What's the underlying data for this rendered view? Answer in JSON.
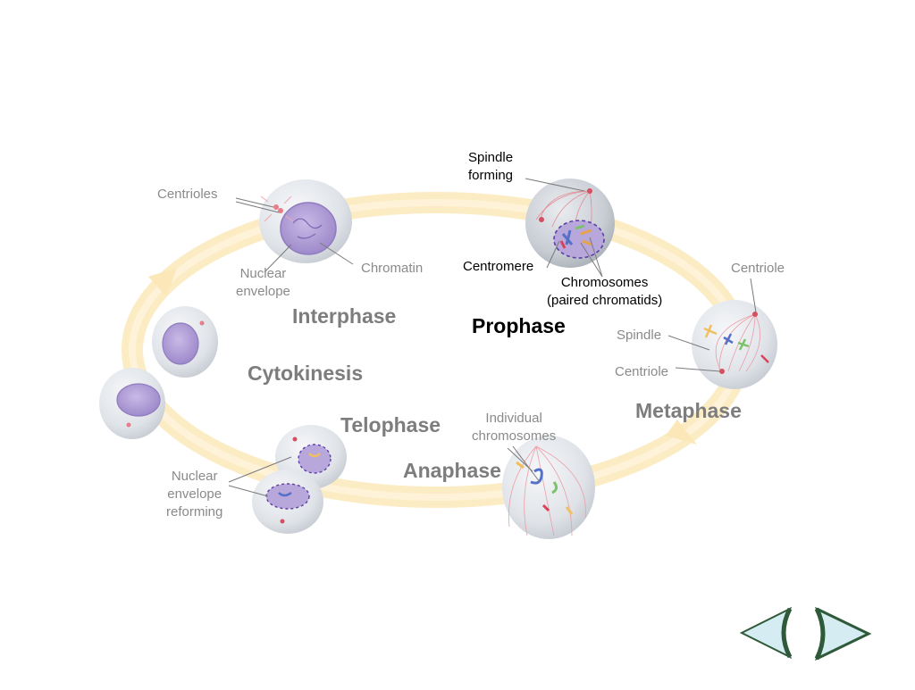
{
  "phases": {
    "interphase": "Interphase",
    "prophase": "Prophase",
    "metaphase": "Metaphase",
    "anaphase": "Anaphase",
    "telophase": "Telophase",
    "cytokinesis": "Cytokinesis"
  },
  "labels": {
    "centrioles": "Centrioles",
    "nuclear_envelope": [
      "Nuclear",
      "envelope"
    ],
    "chromatin": "Chromatin",
    "spindle_forming": [
      "Spindle",
      "forming"
    ],
    "centromere": "Centromere",
    "chromosomes": [
      "Chromosomes",
      "(paired chromatids)"
    ],
    "centriole_top": "Centriole",
    "spindle": "Spindle",
    "centriole_bottom": "Centriole",
    "individual_chromosomes": [
      "Individual",
      "chromosomes"
    ],
    "nuclear_envelope_reforming": [
      "Nuclear",
      "envelope",
      "reforming"
    ]
  },
  "active_phase": "prophase",
  "colors": {
    "cycle_track": "#fcecc4",
    "cell_fill": "#dfe3e8",
    "nucleus_fill": "#a793cf",
    "spindle": "#e28b95",
    "nav_fill": "#d5ecf3",
    "nav_stroke": "#2f5a3a"
  },
  "nav": {
    "prev_icon": "left-arrow-icon",
    "next_icon": "right-arrow-icon"
  }
}
